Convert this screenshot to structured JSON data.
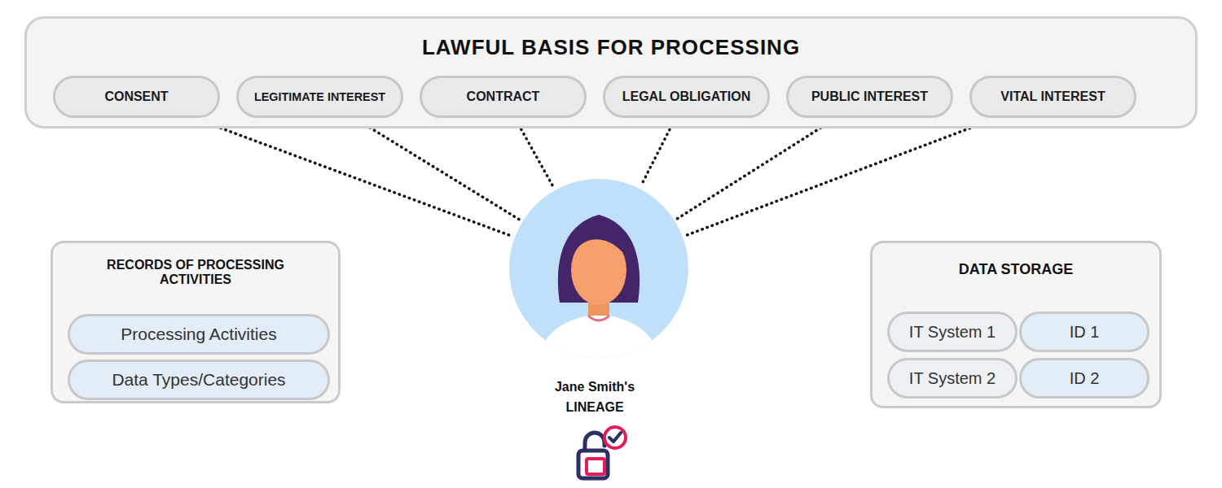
{
  "diagram": {
    "nodes": [
      {
        "text": [
          "LAWFUL BASIS FOR PROCESSING"
        ]
      },
      {
        "text": [
          "CONSENT"
        ],
        "in": 0
      },
      {
        "text": [
          "LEGITIMATE INTEREST"
        ],
        "in": 0
      },
      {
        "text": [
          "CONTRACT"
        ],
        "in": 0
      },
      {
        "text": [
          "LEGAL OBLIGATION"
        ],
        "in": 0
      },
      {
        "text": [
          "PUBLIC INTEREST"
        ],
        "in": 0
      },
      {
        "text": [
          "VITAL INTEREST"
        ],
        "in": 0
      },
      {
        "text": [
          "RECORDS OF PROCESSING ACTIVITIES"
        ]
      },
      {
        "text": [
          "Processing Activities"
        ],
        "in": 7
      },
      {
        "text": [
          "Data Types/Categories"
        ],
        "in": 7
      },
      {
        "text": [
          "Jane Smith's LINEAGE"
        ]
      },
      {
        "text": [
          "DATA STORAGE"
        ]
      },
      {
        "text": [
          "IT System 1"
        ],
        "in": 11
      },
      {
        "text": [
          "ID 1"
        ],
        "in": 11
      },
      {
        "text": [
          "IT System 2"
        ],
        "in": 11
      },
      {
        "text": [
          "ID 2"
        ],
        "in": 11
      }
    ],
    "edges": [
      {
        "from": 1,
        "to": 10,
        "arrow": "none"
      },
      {
        "from": 2,
        "to": 10,
        "arrow": "none"
      },
      {
        "from": 3,
        "to": 10,
        "arrow": "none"
      },
      {
        "from": 4,
        "to": 10,
        "arrow": "none"
      },
      {
        "from": 5,
        "to": 10,
        "arrow": "none"
      },
      {
        "from": 6,
        "to": 10,
        "arrow": "none"
      }
    ]
  }
}
